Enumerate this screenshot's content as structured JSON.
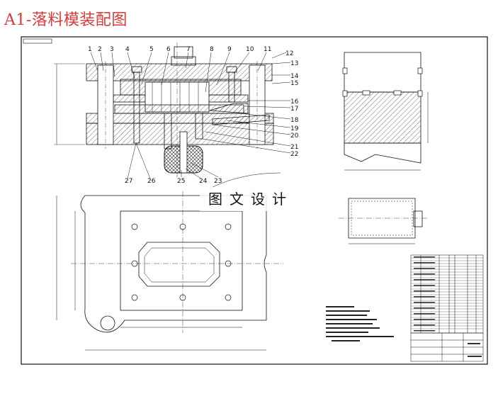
{
  "title": "A1-落料模装配图",
  "watermark": "图文设计",
  "balloons": [
    "1",
    "2",
    "3",
    "4",
    "5",
    "6",
    "7",
    "8",
    "9",
    "10",
    "11",
    "12",
    "13",
    "14",
    "15",
    "16",
    "17",
    "18",
    "19",
    "20",
    "21",
    "22",
    "23",
    "24",
    "25",
    "26",
    "27"
  ],
  "colors": {
    "title": "#d83a3a",
    "line": "#111111",
    "hatch": "#333333",
    "blue": "#1a3fd1"
  }
}
